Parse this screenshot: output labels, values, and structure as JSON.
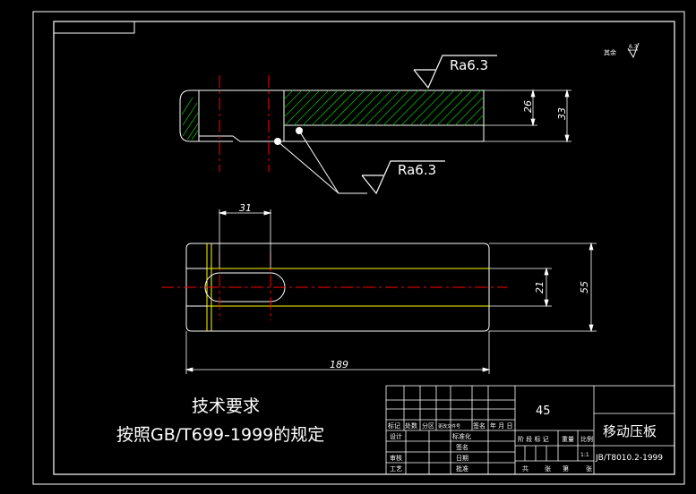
{
  "roughness": {
    "top": "Ra6.3",
    "side": "Ra6.3",
    "other_label": "其余",
    "other_value": "6.3"
  },
  "dimensions": {
    "d26": "26",
    "d33": "33",
    "d31": "31",
    "d21": "21",
    "d55": "55",
    "d189": "189"
  },
  "notes": {
    "title": "技术要求",
    "body": "按照GB/T699-1999的规定"
  },
  "title_block": {
    "material": "45",
    "part_name": "移动压板",
    "standard": "JB/T8010.2-1999",
    "scale": "1:1",
    "rev_headers": [
      "标记",
      "处数",
      "分区",
      "更改文件号",
      "签名",
      "年 月 日"
    ],
    "row_labels": [
      "设计",
      "审核",
      "工艺"
    ],
    "mid_labels": [
      "标准化",
      "批准",
      "日期"
    ],
    "sign_label": "签名",
    "stage_headers": [
      "阶 段 标 记",
      "重量",
      "比例"
    ],
    "sheet_labels": [
      "共",
      "张",
      "第",
      "张"
    ]
  },
  "colors": {
    "line": "#ffffff",
    "center": "#ff0000",
    "hatch": "#00b400",
    "yellow": "#ffff00"
  }
}
